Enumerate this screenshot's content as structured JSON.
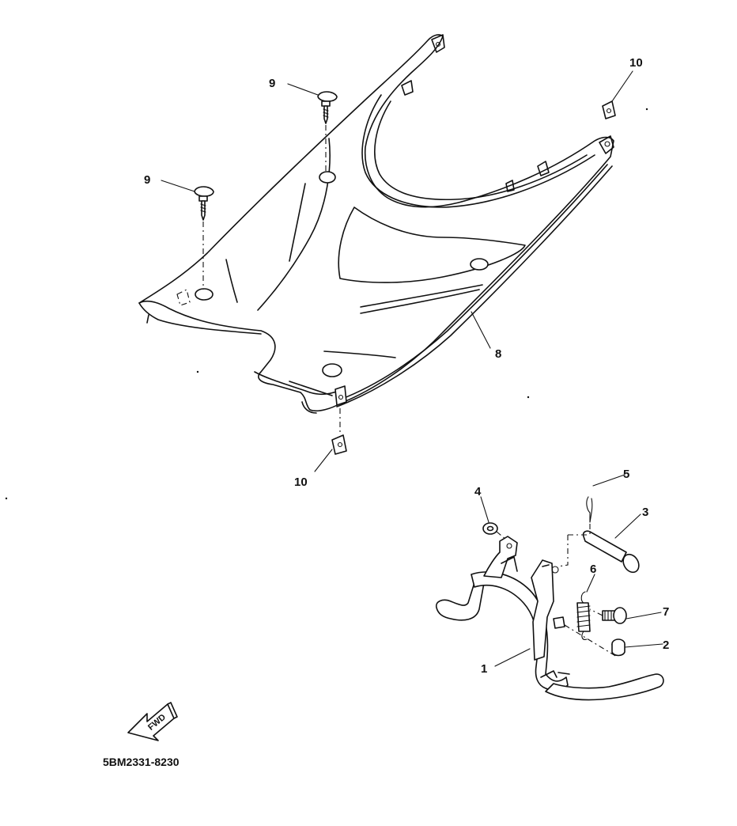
{
  "diagram": {
    "callouts": [
      {
        "id": "1",
        "label": "1"
      },
      {
        "id": "2",
        "label": "2"
      },
      {
        "id": "3",
        "label": "3"
      },
      {
        "id": "4",
        "label": "4"
      },
      {
        "id": "5",
        "label": "5"
      },
      {
        "id": "6",
        "label": "6"
      },
      {
        "id": "7",
        "label": "7"
      },
      {
        "id": "8",
        "label": "8"
      },
      {
        "id": "9a",
        "label": "9"
      },
      {
        "id": "9b",
        "label": "9"
      },
      {
        "id": "10a",
        "label": "10"
      },
      {
        "id": "10b",
        "label": "10"
      }
    ],
    "fwd_label": "FWD",
    "drawing_code": "5BM2331-8230"
  }
}
